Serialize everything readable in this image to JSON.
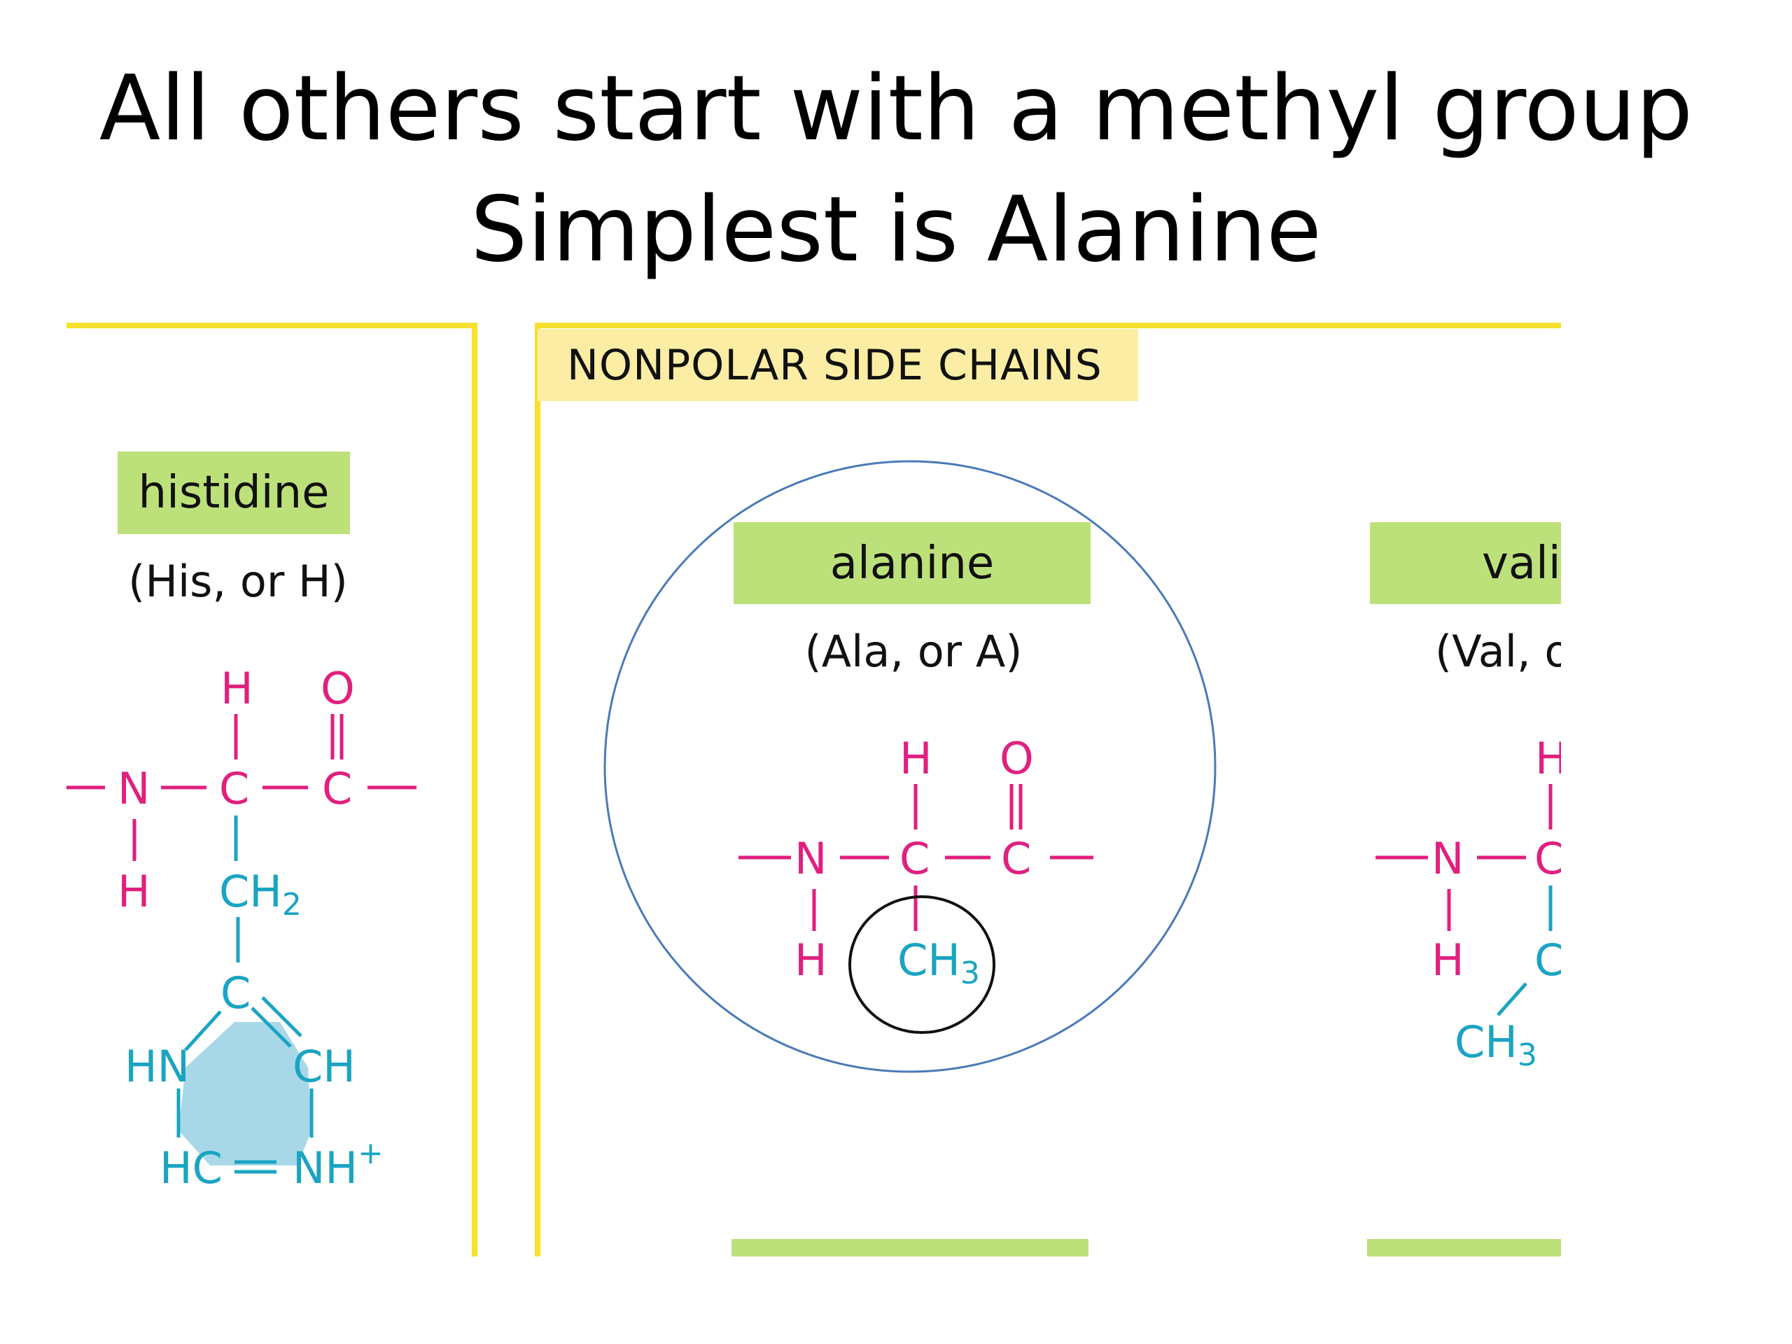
{
  "title": {
    "line1": "All others start with a methyl group",
    "line2": "Simplest is Alanine"
  },
  "section_banner": "NONPOLAR SIDE CHAINS",
  "amino_acids": {
    "histidine": {
      "name": "histidine",
      "abbr": "(His, or H)",
      "atoms": {
        "h_top": "H",
        "o_top": "O",
        "n": "N",
        "c_alpha": "C",
        "c_carbonyl": "C",
        "h_bottom": "H",
        "ch2": "CH",
        "ch2_sub": "2",
        "c_ring": "C",
        "hn": "HN",
        "ch": "CH",
        "hc": "HC",
        "nh": "NH",
        "nh_sup": "+"
      }
    },
    "alanine": {
      "name": "alanine",
      "abbr": "(Ala, or A)",
      "atoms": {
        "h_top": "H",
        "o_top": "O",
        "n": "N",
        "c_alpha": "C",
        "c_carbonyl": "C",
        "h_bottom": "H",
        "ch3": "CH",
        "ch3_sub": "3"
      }
    },
    "valine": {
      "name": "vali",
      "abbr": "(Val, o",
      "atoms": {
        "h_top": "H",
        "n": "N",
        "c_alpha": "C",
        "h_bottom": "H",
        "c_side": "C",
        "ch3": "CH",
        "ch3_sub": "3"
      }
    }
  },
  "colors": {
    "panel_border": "#f5e12e",
    "label_green": "#bde17a",
    "banner_yellow": "#fbeea4",
    "backbone_magenta": "#e0207f",
    "sidechain_cyan": "#1aa4c2",
    "ring_fill": "#a8d8e8",
    "circle_blue": "#4a7ab8",
    "circle_black": "#111111"
  }
}
